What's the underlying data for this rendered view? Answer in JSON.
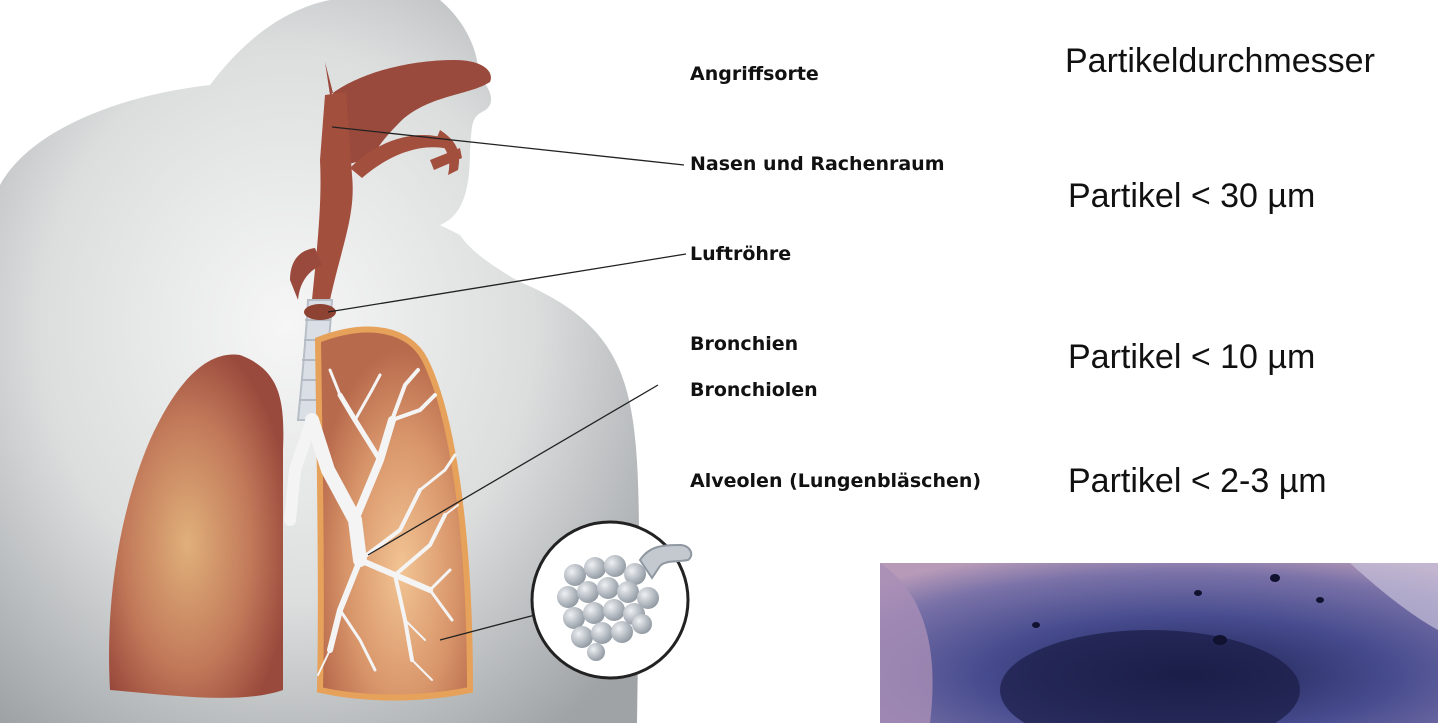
{
  "labels": {
    "sites_header": "Angriffsorte",
    "nasal": "Nasen und Rachenraum",
    "trachea": "Luftröhre",
    "bronchi": "Bronchien",
    "bronchioles": "Bronchiolen",
    "alveoli": "Alveolen (Lungenbläschen)"
  },
  "particle_sizes": {
    "header": "Partikeldurchmesser",
    "nasal": "Partikel < 30 µm",
    "bronchi": "Partikel < 10 µm",
    "alveoli": "Partikel < 2-3 µm"
  },
  "colors": {
    "airway": "#9a4a3c",
    "lung": "#b5604a",
    "bronchial_tree": "#f4f4f4",
    "body_silhouette": "#c9ccce",
    "micrograph": "#4a4e8e"
  }
}
